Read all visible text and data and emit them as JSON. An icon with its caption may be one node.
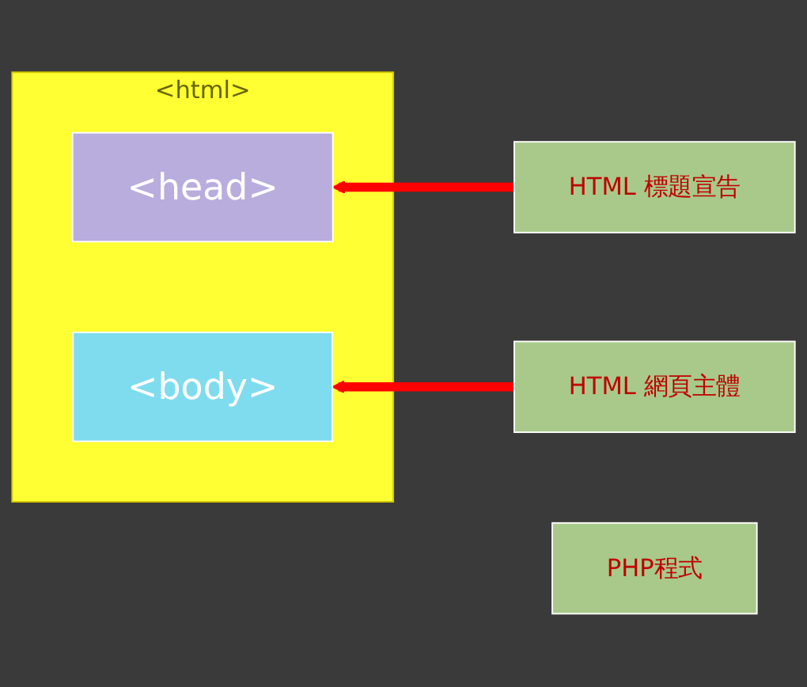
{
  "diagram": {
    "nodes": [
      {
        "text": [
          "<html>"
        ]
      },
      {
        "text": [
          "<head>"
        ],
        "in": 0
      },
      {
        "text": [
          "<body>"
        ],
        "in": 0
      },
      {
        "text": [
          "HTML 標題宣告"
        ]
      },
      {
        "text": [
          "HTML 網頁主體"
        ]
      },
      {
        "text": [
          "PHP程式"
        ]
      }
    ],
    "edges": [
      {
        "from": 3,
        "to": 1,
        "arrow": "to",
        "color": "#ff0000"
      },
      {
        "from": 4,
        "to": 2,
        "arrow": "to",
        "color": "#ff0000"
      }
    ]
  }
}
